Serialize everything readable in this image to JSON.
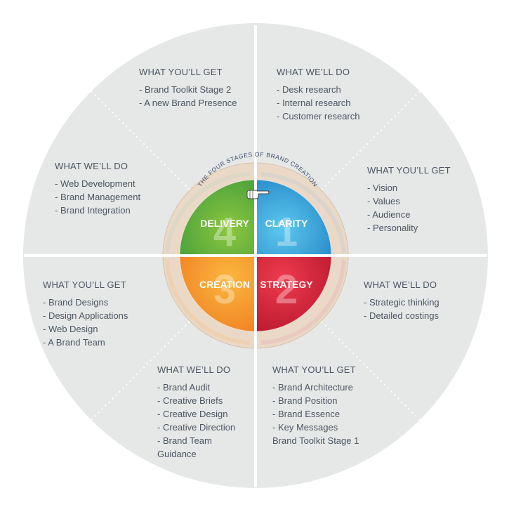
{
  "center_title": "THE FOUR STAGES OF BRAND CREATION",
  "colors": {
    "ring": "#e6e8e8",
    "separator": "#ffffff",
    "clarity": "#2f9fd8",
    "strategy": "#d8223a",
    "creation": "#f5a22c",
    "delivery": "#6db33f",
    "text": "#4d5560"
  },
  "quadrants": {
    "delivery": {
      "label": "DELIVERY",
      "number": "4"
    },
    "clarity": {
      "label": "CLARITY",
      "number": "1"
    },
    "creation": {
      "label": "CREATION",
      "number": "3"
    },
    "strategy": {
      "label": "STRATEGY",
      "number": "2"
    }
  },
  "pointer_icon": "pointing-hand-icon",
  "segments": {
    "top_left": {
      "heading": "WHAT YOU’LL GET",
      "items": [
        "- Brand Toolkit Stage 2",
        "- A new Brand Presence"
      ]
    },
    "top_right": {
      "heading": "WHAT WE’LL DO",
      "items": [
        "- Desk research",
        "- Internal research",
        "- Customer research"
      ]
    },
    "right_upper": {
      "heading": "WHAT YOU’LL GET",
      "items": [
        "- Vision",
        "- Values",
        "- Audience",
        "- Personality"
      ]
    },
    "right_lower": {
      "heading": "WHAT WE’LL DO",
      "items": [
        "- Strategic thinking",
        "- Detailed costings"
      ]
    },
    "bottom_right": {
      "heading": "WHAT YOU’LL GET",
      "items": [
        "- Brand Architecture",
        "- Brand Position",
        "- Brand Essence",
        "- Key Messages",
        "Brand Toolkit Stage 1"
      ]
    },
    "bottom_left": {
      "heading": "WHAT WE’LL DO",
      "items": [
        "- Brand Audit",
        "- Creative Briefs",
        "- Creative Design",
        "- Creative Direction",
        "- Brand Team",
        "Guidance"
      ]
    },
    "left_lower": {
      "heading": "WHAT YOU’LL GET",
      "items": [
        "- Brand Designs",
        "- Design Applications",
        "- Web Design",
        "- A Brand Team"
      ]
    },
    "left_upper": {
      "heading": "WHAT WE’LL DO",
      "items": [
        "- Web Development",
        "- Brand Management",
        "- Brand Integration"
      ]
    }
  }
}
